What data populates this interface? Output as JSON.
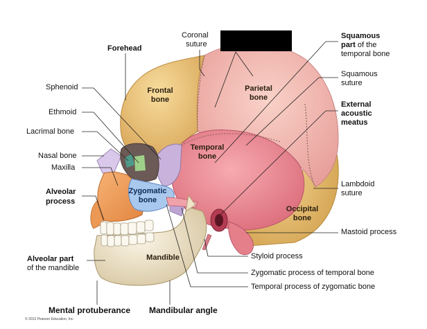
{
  "labels_left": {
    "forehead": "Forehead",
    "sphenoid": "Sphenoid",
    "ethmoid": "Ethmoid",
    "lacrimal": "Lacrimal bone",
    "nasal": "Nasal bone",
    "maxilla": "Maxilla",
    "alveolar_process_1": "Alveolar",
    "alveolar_process_2": "process",
    "alveolar_part_1": "Alveolar part",
    "alveolar_part_2": "of the mandible"
  },
  "labels_top": {
    "coronal_1": "Coronal",
    "coronal_2": "suture"
  },
  "labels_right": {
    "squamous_part_1": "Squamous",
    "squamous_part_2": "part",
    "squamous_part_3": "of the",
    "squamous_part_4": "temporal bone",
    "squamous_suture_1": "Squamous",
    "squamous_suture_2": "suture",
    "external_1": "External",
    "external_2": "acoustic",
    "external_3": "meatus",
    "lambdoid_1": "Lambdoid",
    "lambdoid_2": "suture",
    "mastoid": "Mastoid process",
    "styloid": "Styloid process",
    "zygomatic_process": "Zygomatic process of temporal bone",
    "temporal_process": "Temporal process of zygomatic bone"
  },
  "labels_bottom": {
    "mental": "Mental protuberance",
    "mandibular_angle": "Mandibular angle"
  },
  "bone_labels": {
    "frontal_1": "Frontal",
    "frontal_2": "bone",
    "parietal_1": "Parietal",
    "parietal_2": "bone",
    "temporal_1": "Temporal",
    "temporal_2": "bone",
    "zygomatic_1": "Zygomatic",
    "zygomatic_2": "bone",
    "occipital_1": "Occipital",
    "occipital_2": "bone",
    "mandible": "Mandible"
  },
  "copyright": "© 2013 Pearson Education, Inc.",
  "colors": {
    "frontal": "#e8c27a",
    "parietal": "#f2b8b0",
    "temporal": "#ef8f96",
    "occipital": "#e6bf6e",
    "zygomatic": "#a9c8ee",
    "sphenoid": "#c9b3dd",
    "maxilla": "#f0a060",
    "mandible": "#efe3c8",
    "nasal": "#d9c8ea",
    "ethmoid": "#9fd08a"
  }
}
